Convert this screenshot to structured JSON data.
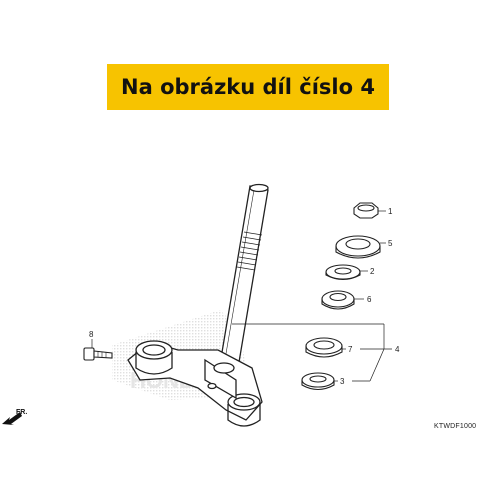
{
  "banner": {
    "text": "Na obrázku díl číslo 4"
  },
  "diagram_code": "KTWDF1000",
  "direction_label": "FR.",
  "colors": {
    "banner_bg": "#f7c300",
    "line": "#222222",
    "watermark": "#d8d8d8"
  },
  "callouts": [
    {
      "id": "1",
      "label": "1"
    },
    {
      "id": "5",
      "label": "5"
    },
    {
      "id": "2",
      "label": "2"
    },
    {
      "id": "6",
      "label": "6"
    },
    {
      "id": "7",
      "label": "7"
    },
    {
      "id": "4",
      "label": "4"
    },
    {
      "id": "3",
      "label": "3"
    },
    {
      "id": "8",
      "label": "8"
    }
  ]
}
